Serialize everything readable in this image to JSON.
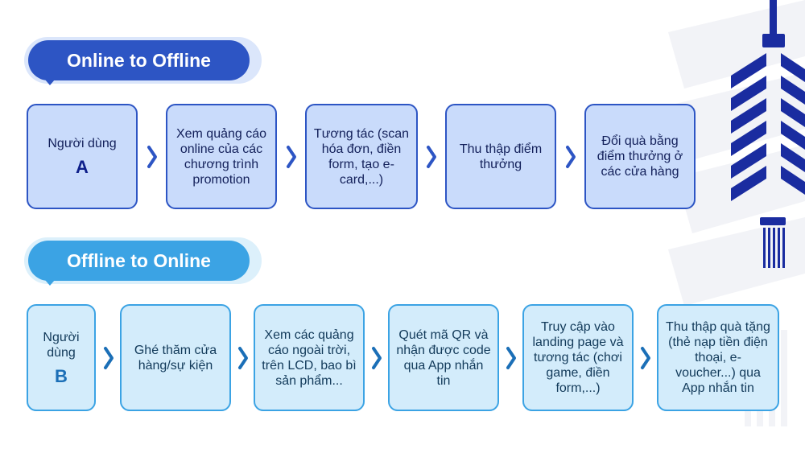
{
  "colors": {
    "row1_accent": "#2d55c4",
    "row1_fill": "#c9dbfb",
    "row2_accent": "#3ba3e4",
    "row2_fill": "#d3ecfb",
    "decor_blue": "#1a2ca0"
  },
  "flows": [
    {
      "title": "Online to Offline",
      "steps": [
        {
          "text": "Người dùng",
          "letter": "A"
        },
        {
          "text": "Xem quảng cáo online của các chương trình promotion"
        },
        {
          "text": "Tương tác (scan hóa đơn, điền form, tạo e-card,...)"
        },
        {
          "text": "Thu thập điểm thưởng"
        },
        {
          "text": "Đổi quà bằng điểm thưởng ở các cửa hàng"
        }
      ]
    },
    {
      "title": "Offline to Online",
      "steps": [
        {
          "text": "Người dùng",
          "letter": "B"
        },
        {
          "text": "Ghé thăm cửa hàng/sự kiện"
        },
        {
          "text": "Xem các quảng cáo ngoài trời, trên LCD, bao bì sản phẩm..."
        },
        {
          "text": "Quét mã QR và nhận được code qua App nhắn tin"
        },
        {
          "text": "Truy cập vào landing page và tương tác (chơi game, điền form,...)"
        },
        {
          "text": "Thu thập quà tặng (thẻ nạp tiền điện thoại, e-voucher...) qua App nhắn tin"
        }
      ]
    }
  ]
}
